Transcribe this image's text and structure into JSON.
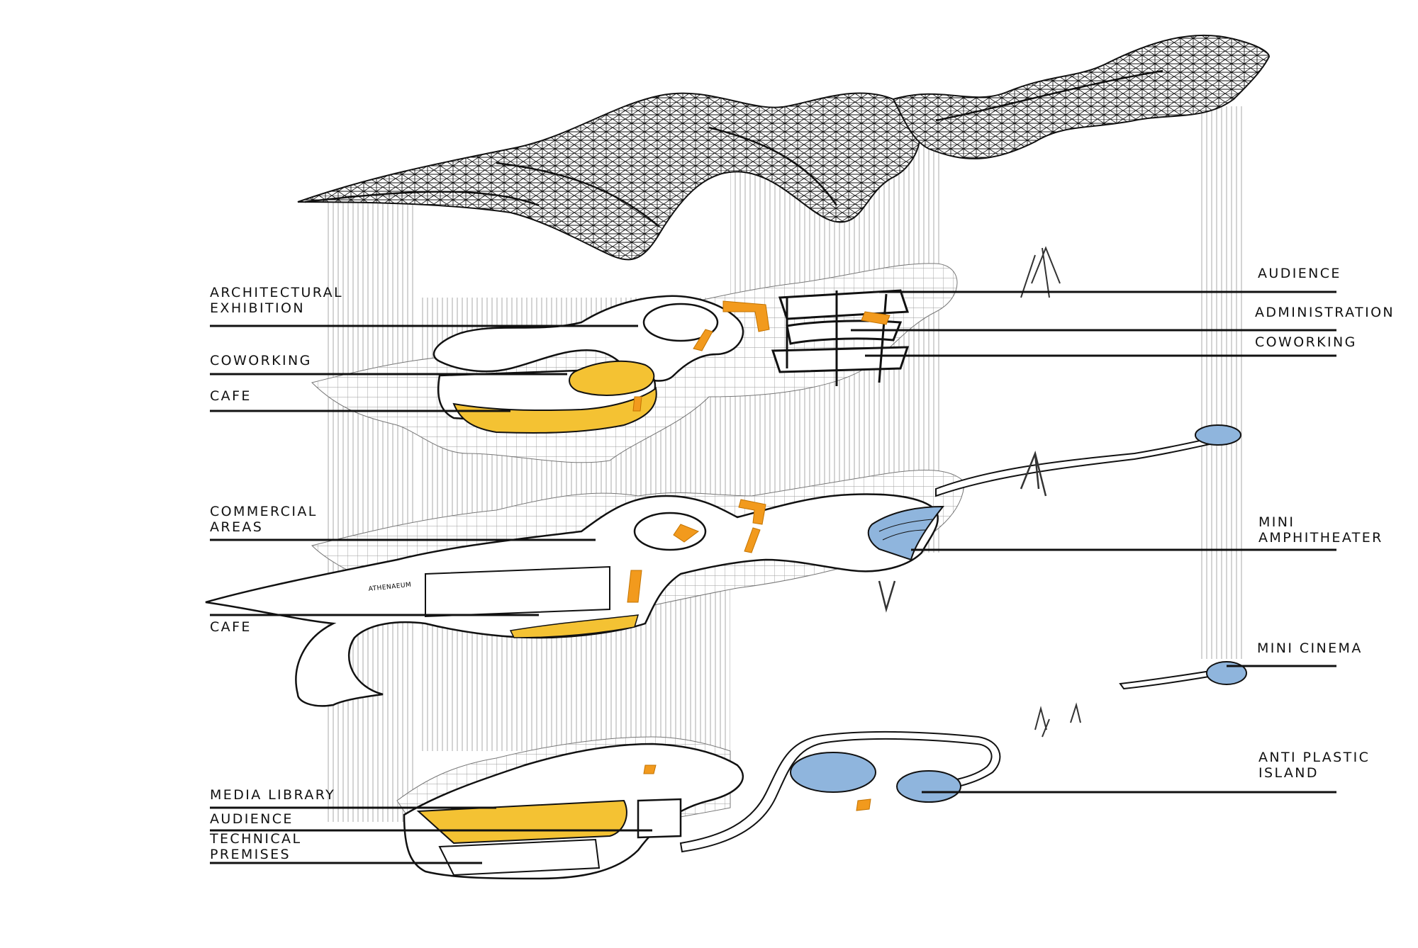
{
  "diagram": {
    "sign_text": "ATHENAEUM",
    "labels_left": [
      {
        "id": "arch-exhibition",
        "lines": [
          "ARCHITECTURAL",
          "EXHIBITION"
        ]
      },
      {
        "id": "coworking-left",
        "lines": [
          "COWORKING"
        ]
      },
      {
        "id": "cafe-upper",
        "lines": [
          "CAFE"
        ]
      },
      {
        "id": "commercial-areas",
        "lines": [
          "COMMERCIAL",
          "AREAS"
        ]
      },
      {
        "id": "cafe-middle",
        "lines": [
          "CAFE"
        ]
      },
      {
        "id": "media-library",
        "lines": [
          "MEDIA LIBRARY"
        ]
      },
      {
        "id": "audience-left",
        "lines": [
          "AUDIENCE"
        ]
      },
      {
        "id": "technical-premises",
        "lines": [
          "TECHNICAL",
          "PREMISES"
        ]
      }
    ],
    "labels_right": [
      {
        "id": "audience-right",
        "lines": [
          "AUDIENCE"
        ]
      },
      {
        "id": "administration",
        "lines": [
          "ADMINISTRATION"
        ]
      },
      {
        "id": "coworking-right",
        "lines": [
          "COWORKING"
        ]
      },
      {
        "id": "mini-amphitheater",
        "lines": [
          "MINI",
          "AMPHITHEATER"
        ]
      },
      {
        "id": "mini-cinema",
        "lines": [
          "MINI CINEMA"
        ]
      },
      {
        "id": "anti-plastic-island",
        "lines": [
          "ANTI PLASTIC",
          "ISLAND"
        ]
      }
    ],
    "colors": {
      "ink": "#111111",
      "accent_yellow": "#f4c233",
      "accent_orange": "#f29a1d",
      "accent_blue": "#8fb5dd",
      "support_grey": "#c9c9c9",
      "floor_fill": "#ffffff"
    }
  }
}
